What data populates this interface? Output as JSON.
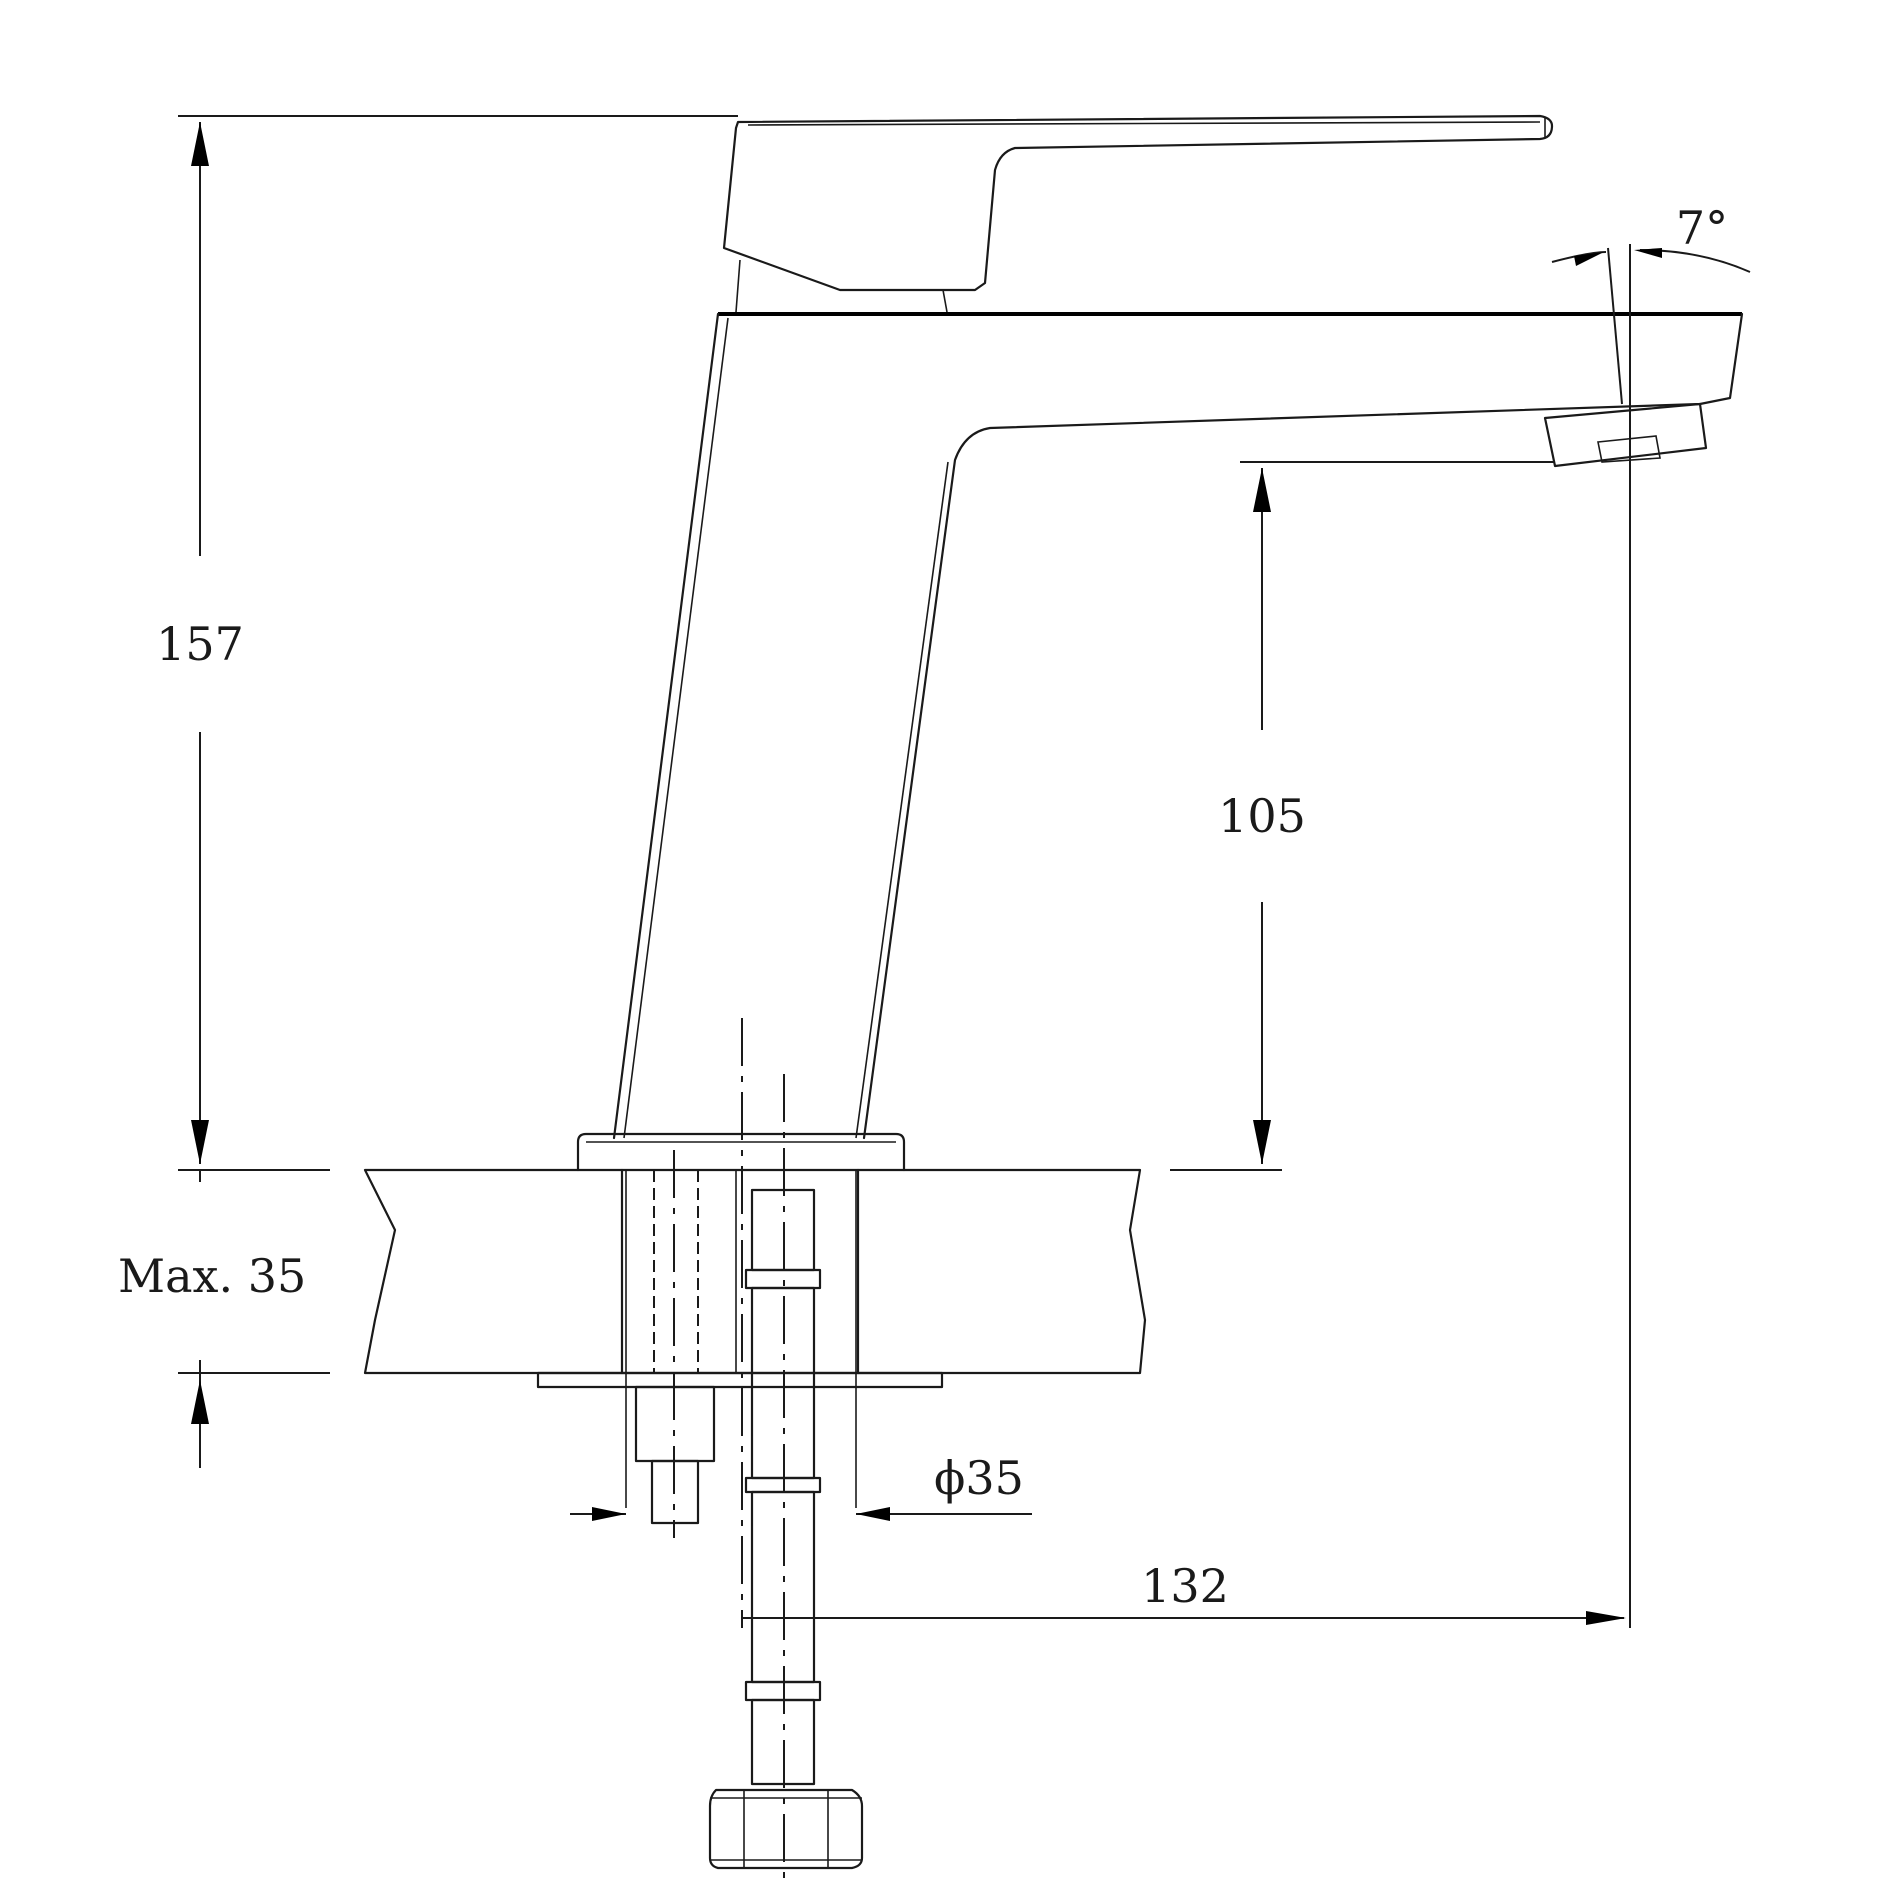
{
  "dimensions": {
    "overall_height": "157",
    "spout_height": "105",
    "deck_thickness": "Max. 35",
    "hole_diameter": "ϕ35",
    "spout_reach": "132",
    "spout_angle": "7°"
  },
  "colors": {
    "line": "#1a1a1a",
    "background": "#ffffff",
    "hose_braid": "#555555"
  }
}
